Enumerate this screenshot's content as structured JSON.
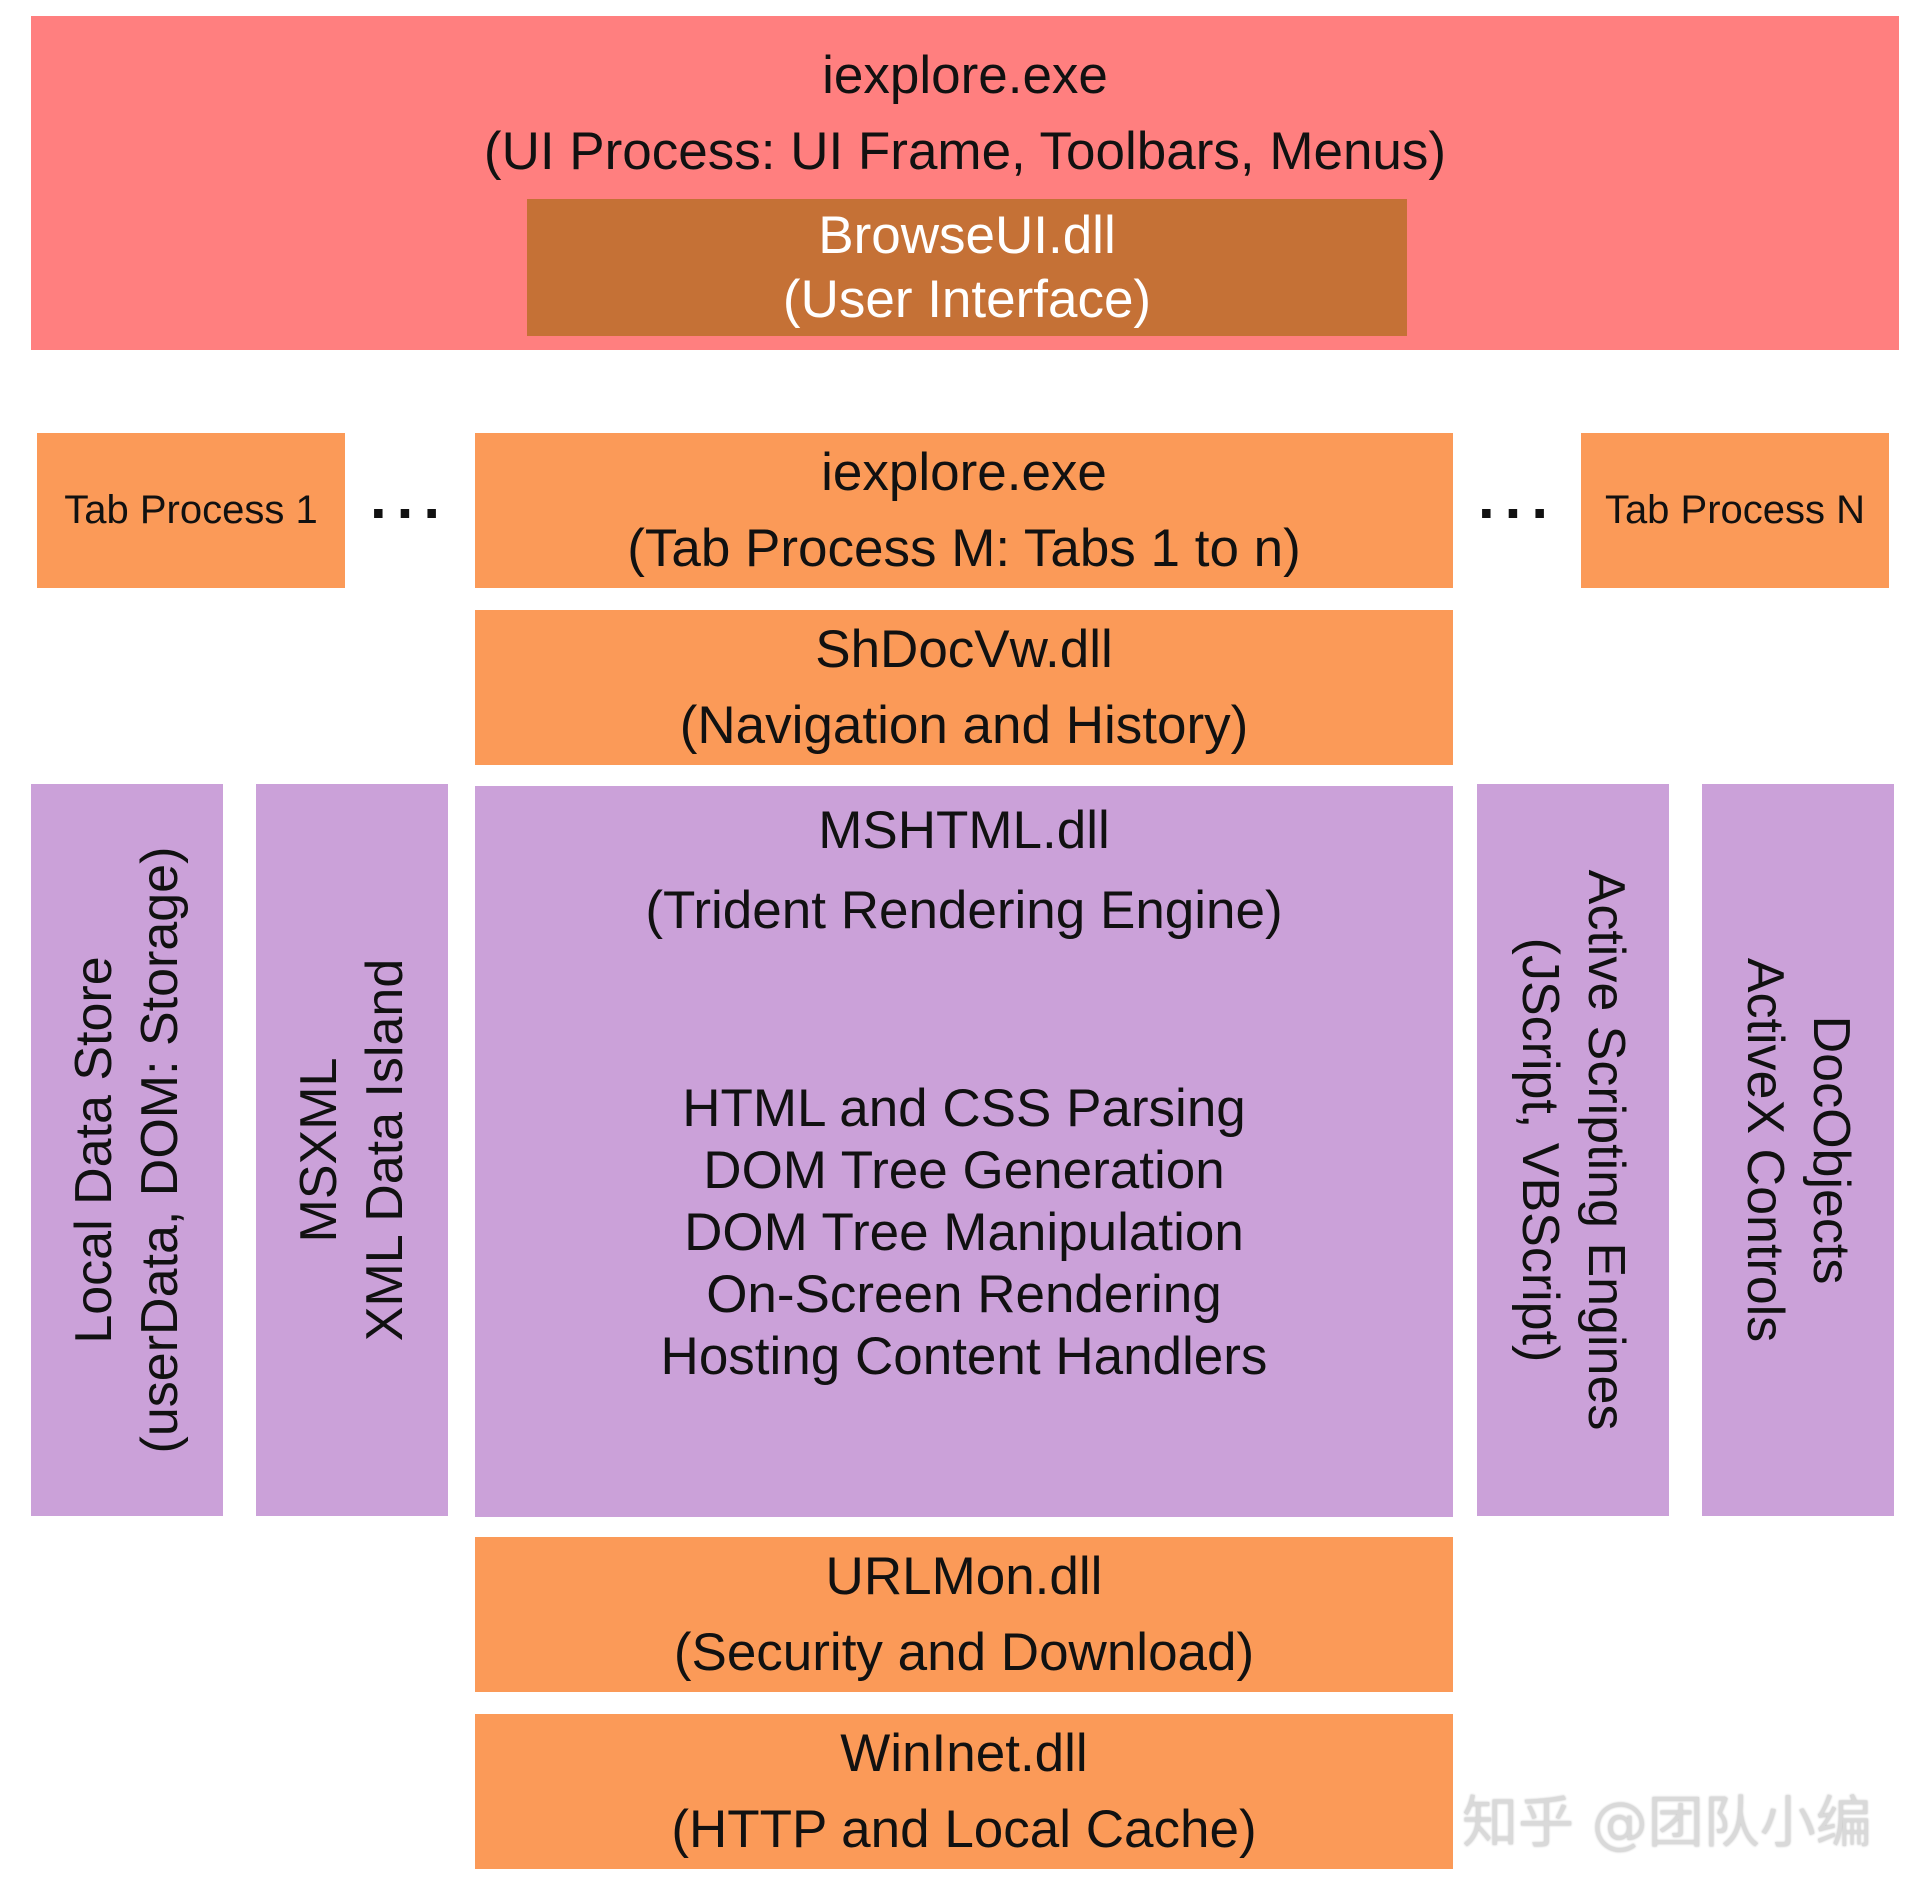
{
  "ui_process": {
    "title": "iexplore.exe",
    "subtitle": "(UI Process: UI Frame, Toolbars, Menus)"
  },
  "browseui": {
    "title": "BrowseUI.dll",
    "subtitle": "(User Interface)"
  },
  "tab_process_1": "Tab Process 1",
  "tab_process_n": "Tab Process N",
  "ellipsis": "...",
  "tab_process_m": {
    "title": "iexplore.exe",
    "subtitle": "(Tab Process M: Tabs 1 to n)"
  },
  "shdocvw": {
    "title": "ShDocVw.dll",
    "subtitle": "(Navigation and History)"
  },
  "mshtml": {
    "title": "MSHTML.dll",
    "subtitle": "(Trident Rendering Engine)",
    "features": [
      "HTML and CSS Parsing",
      "DOM Tree Generation",
      "DOM Tree Manipulation",
      "On-Screen Rendering",
      "Hosting Content Handlers"
    ]
  },
  "local_data_store": {
    "line1": "Local Data Store",
    "line2": "(userData, DOM: Storage)"
  },
  "msxml": {
    "line1": "MSXML",
    "line2": "XML Data Island"
  },
  "active_scripting": {
    "line1": "Active Scripting Engines",
    "line2": "(JScript, VBScript)"
  },
  "docobjects": {
    "line1": "DocObjects",
    "line2": "ActiveX Controls"
  },
  "urlmon": {
    "title": "URLMon.dll",
    "subtitle": "(Security and Download)"
  },
  "wininet": {
    "title": "WinInet.dll",
    "subtitle": "(HTTP and Local Cache)"
  },
  "watermark": "知乎 @团队小编",
  "colors": {
    "ui_process": "#ff7f7f",
    "browseui": "#c57136",
    "tab_layer": "#fb9a58",
    "engine_layer": "#cba1d9"
  }
}
